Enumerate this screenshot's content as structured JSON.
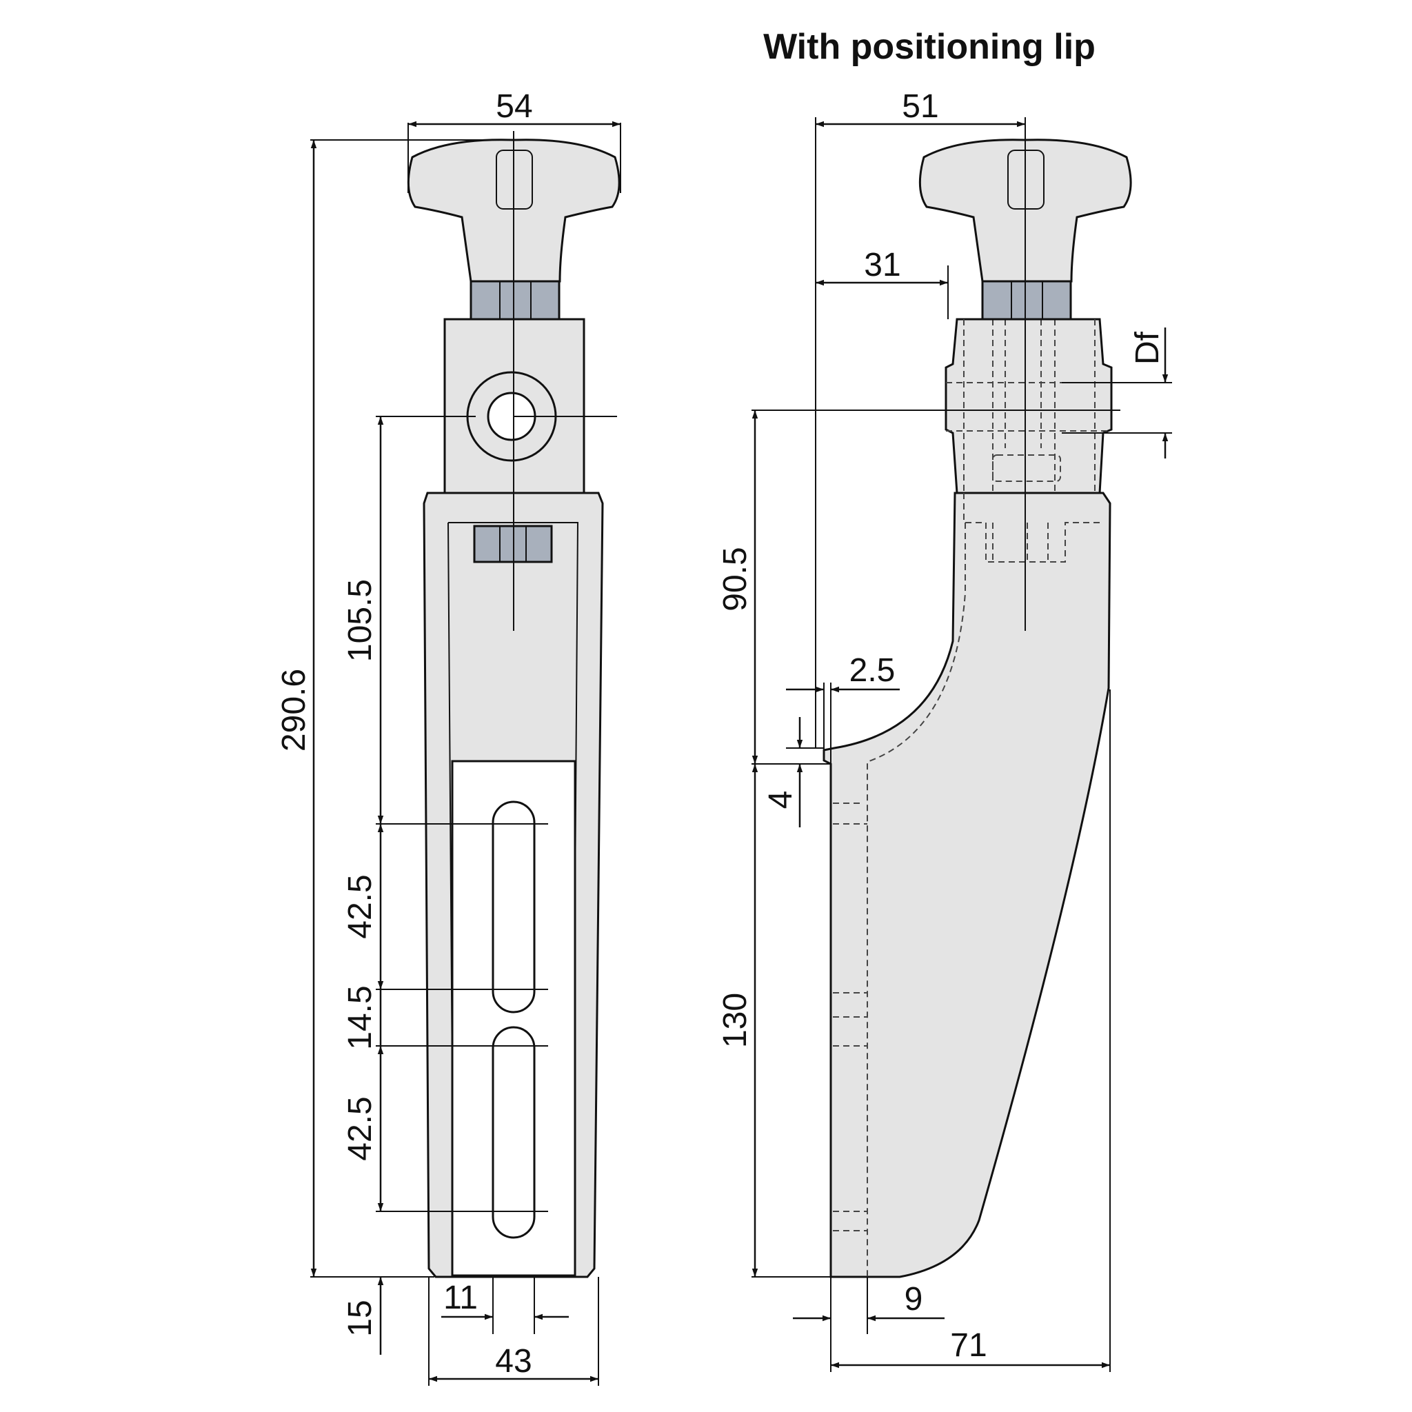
{
  "title": "With positioning lip",
  "left_view": {
    "dims": {
      "width_top": "54",
      "height_total": "290.6",
      "hole_to_slot": "105.5",
      "slot1": "42.5",
      "gap": "14.5",
      "slot2": "42.5",
      "bottom": "15",
      "slot_width": "11",
      "base_width": "43"
    }
  },
  "right_view": {
    "dims": {
      "width_top": "51",
      "offset": "31",
      "df": "Df",
      "hole_height": "90.5",
      "lip_offset": "2.5",
      "lip_height": "4",
      "lower_height": "130",
      "lip_width": "9",
      "base_length": "71"
    }
  },
  "colors": {
    "body_fill": "#e4e4e4",
    "nut_fill": "#a8b0bc",
    "line": "#111111"
  }
}
